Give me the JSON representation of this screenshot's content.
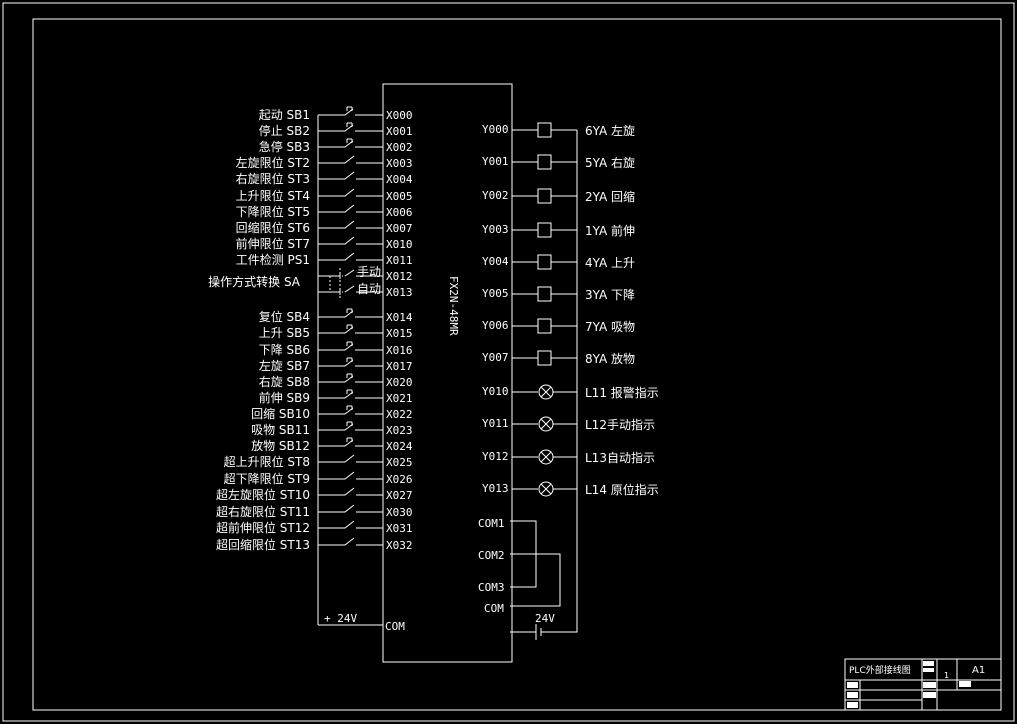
{
  "plc_model": "FX2N-48MR",
  "inputs": [
    {
      "label": "起动 SB1",
      "pin": "X000",
      "type": "button"
    },
    {
      "label": "停止 SB2",
      "pin": "X001",
      "type": "button"
    },
    {
      "label": "急停 SB3",
      "pin": "X002",
      "type": "button"
    },
    {
      "label": "左旋限位 ST2",
      "pin": "X003",
      "type": "switch"
    },
    {
      "label": "右旋限位 ST3",
      "pin": "X004",
      "type": "switch"
    },
    {
      "label": "上升限位 ST4",
      "pin": "X005",
      "type": "switch"
    },
    {
      "label": "下降限位 ST5",
      "pin": "X006",
      "type": "switch"
    },
    {
      "label": "回缩限位 ST6",
      "pin": "X007",
      "type": "switch"
    },
    {
      "label": "前伸限位 ST7",
      "pin": "X010",
      "type": "switch"
    },
    {
      "label": "工件检测 PS1",
      "pin": "X011",
      "type": "switch"
    },
    {
      "label": "",
      "pin": "X012",
      "type": "selector"
    },
    {
      "label": "",
      "pin": "X013",
      "type": "selector"
    },
    {
      "label": "复位 SB4",
      "pin": "X014",
      "type": "button"
    },
    {
      "label": "上升 SB5",
      "pin": "X015",
      "type": "button"
    },
    {
      "label": "下降 SB6",
      "pin": "X016",
      "type": "button"
    },
    {
      "label": "左旋 SB7",
      "pin": "X017",
      "type": "button"
    },
    {
      "label": "右旋 SB8",
      "pin": "X020",
      "type": "button"
    },
    {
      "label": "前伸 SB9",
      "pin": "X021",
      "type": "button"
    },
    {
      "label": "回缩 SB10",
      "pin": "X022",
      "type": "button"
    },
    {
      "label": "吸物 SB11",
      "pin": "X023",
      "type": "button"
    },
    {
      "label": "放物 SB12",
      "pin": "X024",
      "type": "button"
    },
    {
      "label": "超上升限位 ST8",
      "pin": "X025",
      "type": "switch"
    },
    {
      "label": "超下降限位 ST9",
      "pin": "X026",
      "type": "switch"
    },
    {
      "label": "超左旋限位 ST10",
      "pin": "X027",
      "type": "switch"
    },
    {
      "label": "超右旋限位 ST11",
      "pin": "X030",
      "type": "switch"
    },
    {
      "label": "超前伸限位 ST12",
      "pin": "X031",
      "type": "switch"
    },
    {
      "label": "超回缩限位 ST13",
      "pin": "X032",
      "type": "switch"
    }
  ],
  "selector": {
    "label": "操作方式转换 SA",
    "manual": "手动",
    "auto": "自动"
  },
  "input_power": {
    "label": "+ 24V",
    "com": "COM"
  },
  "outputs": [
    {
      "pin": "Y000",
      "label": "6YA 左旋",
      "type": "coil"
    },
    {
      "pin": "Y001",
      "label": "5YA 右旋",
      "type": "coil"
    },
    {
      "pin": "Y002",
      "label": "2YA 回缩",
      "type": "coil"
    },
    {
      "pin": "Y003",
      "label": "1YA 前伸",
      "type": "coil"
    },
    {
      "pin": "Y004",
      "label": "4YA 上升",
      "type": "coil"
    },
    {
      "pin": "Y005",
      "label": "3YA 下降",
      "type": "coil"
    },
    {
      "pin": "Y006",
      "label": "7YA 吸物",
      "type": "coil"
    },
    {
      "pin": "Y007",
      "label": "8YA 放物",
      "type": "coil"
    },
    {
      "pin": "Y010",
      "label": "L11 报警指示",
      "type": "lamp"
    },
    {
      "pin": "Y011",
      "label": "L12手动指示",
      "type": "lamp"
    },
    {
      "pin": "Y012",
      "label": "L13自动指示",
      "type": "lamp"
    },
    {
      "pin": "Y013",
      "label": "L14 原位指示",
      "type": "lamp"
    }
  ],
  "output_com": [
    "COM1",
    "COM2",
    "COM3",
    "COM"
  ],
  "output_power": "24V",
  "title_block": {
    "title": "PLC外部接线图",
    "sheet": "A1",
    "index": "1"
  }
}
